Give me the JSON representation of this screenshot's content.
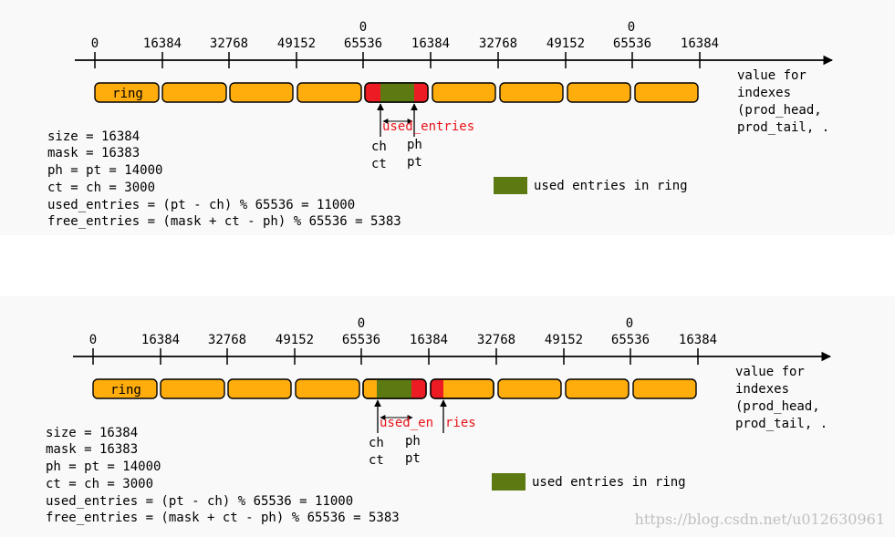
{
  "colors": {
    "panel_bg": "#f9f9f9",
    "segment_fill": "#ffad0d",
    "used_fill": "#5c7a11",
    "guard_fill": "#ed1c24",
    "stroke": "#000000",
    "red_text": "#e8141a",
    "watermark": "#c0c0c0"
  },
  "axis_labels": [
    "0",
    "16384",
    "32768",
    "49152",
    "65536",
    "16384",
    "32768",
    "49152",
    "65536",
    "16384"
  ],
  "wrap_label": "0",
  "ring_label": "ring",
  "axis_caption": [
    "value for",
    "indexes",
    "(prod_head,",
    "prod_tail, ."
  ],
  "pointer_labels": {
    "ch": "ch",
    "ct": "ct",
    "ph": "ph",
    "pt": "pt",
    "used_entries": "used_entries"
  },
  "legend_text": "used entries in ring",
  "info_lines": [
    "size = 16384",
    "mask = 16383",
    "ph = pt = 14000",
    "ct = ch = 3000",
    "used_entries = (pt - ch) % 65536 = 11000",
    "free_entries = (mask + ct - ph) % 65536 = 5383"
  ],
  "watermark": "https://blog.csdn.net/u012630961"
}
